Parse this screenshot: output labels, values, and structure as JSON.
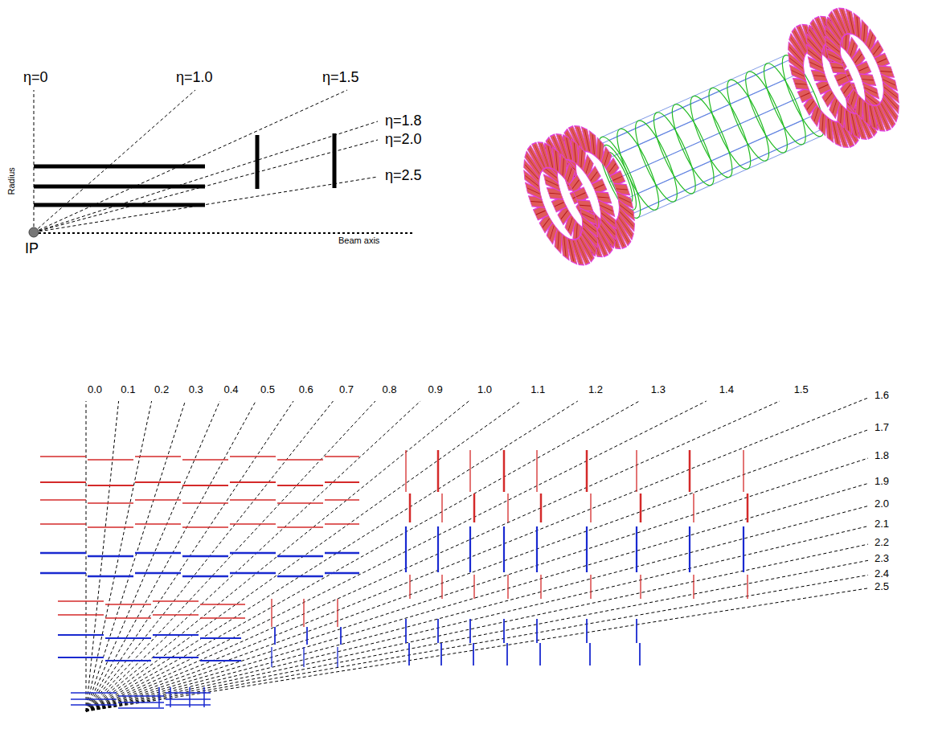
{
  "diagram": {
    "labels": [
      "η=0",
      "η=1.0",
      "η=1.5",
      "η=1.8",
      "η=2.0",
      "η=2.5",
      "Radius",
      "IP",
      "Beam axis",
      "0.0",
      "0.1",
      "0.2",
      "0.3",
      "0.4",
      "0.5",
      "0.6",
      "0.7",
      "0.8",
      "0.9",
      "1.0",
      "1.1",
      "1.2",
      "1.3",
      "1.4",
      "1.5",
      "1.6",
      "1.7",
      "1.8",
      "1.9",
      "2.0",
      "2.1",
      "2.2",
      "2.3",
      "2.4",
      "2.5"
    ]
  }
}
